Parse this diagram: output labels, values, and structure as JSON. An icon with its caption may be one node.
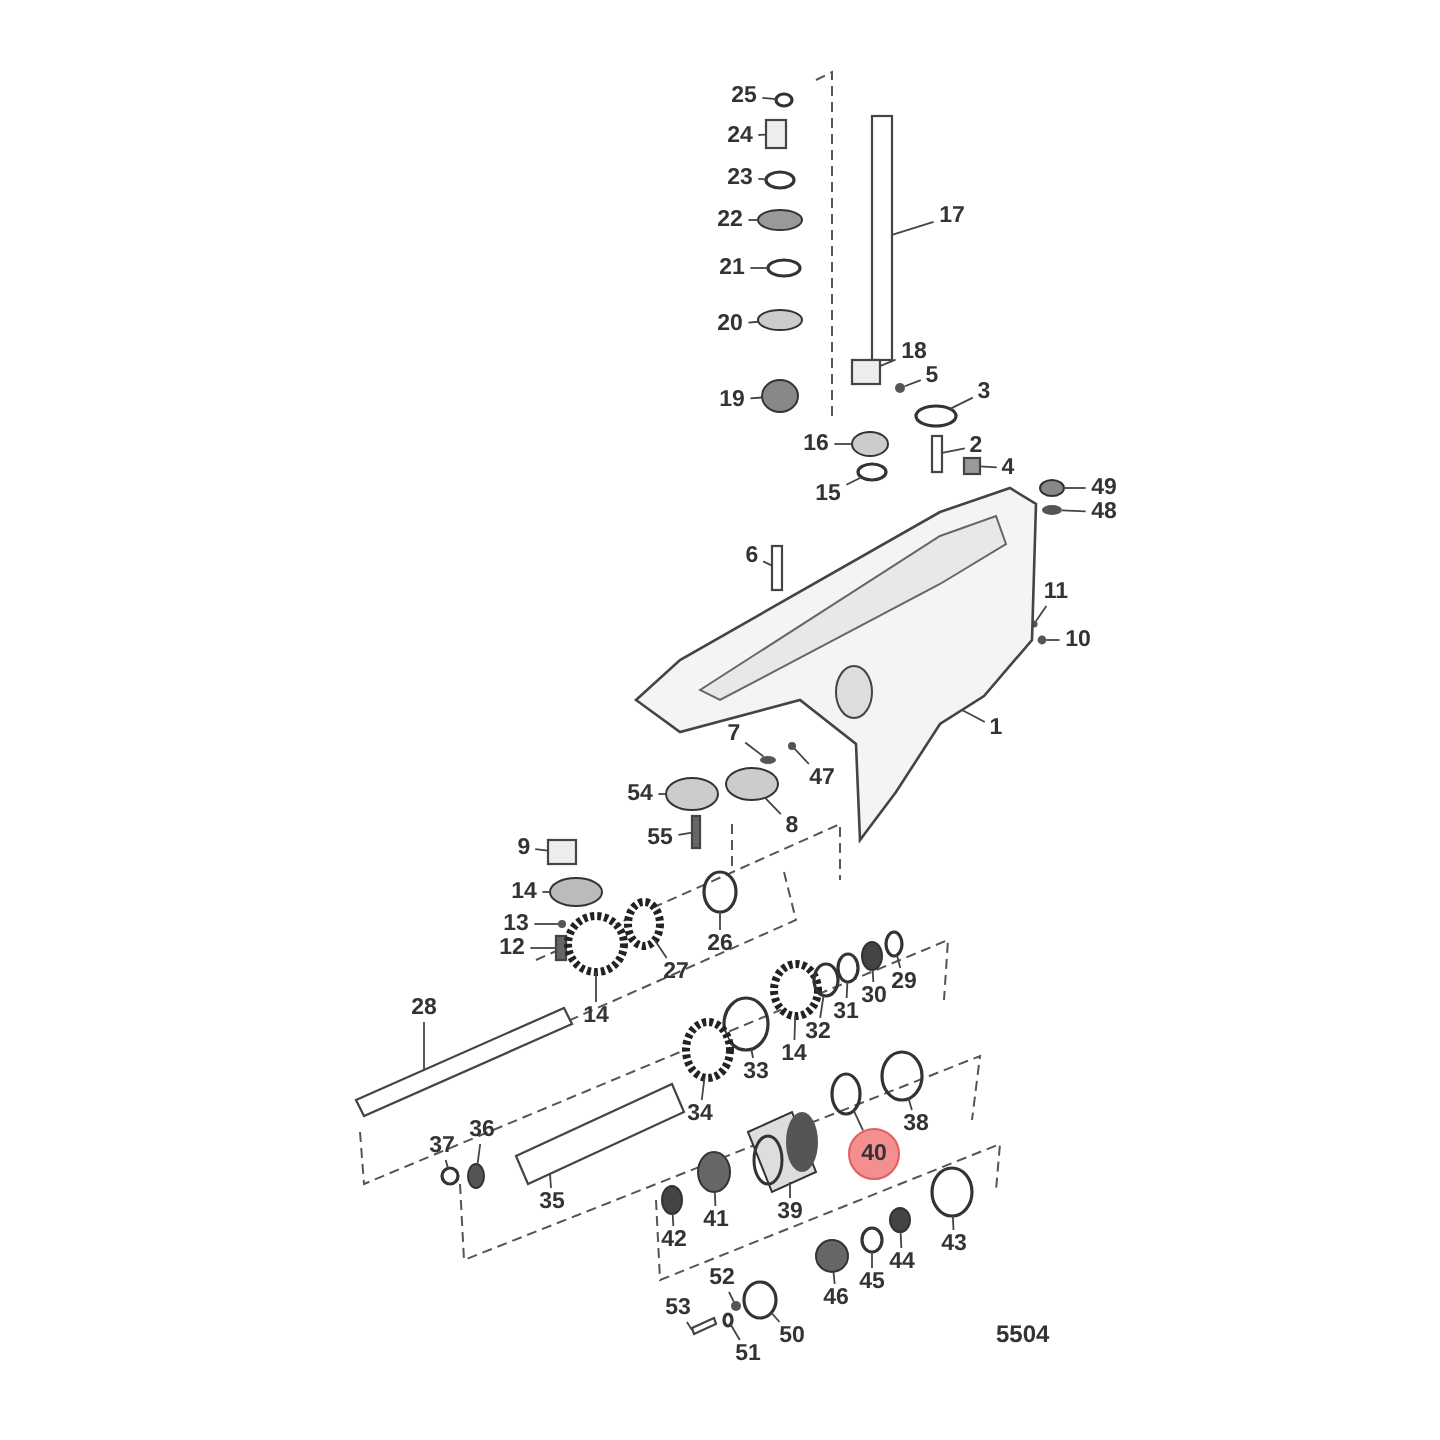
{
  "diagram": {
    "nodes": [
      {
        "text": [
          "25"
        ]
      },
      {
        "text": [
          "24"
        ]
      },
      {
        "text": [
          "23"
        ]
      },
      {
        "text": [
          "22"
        ]
      },
      {
        "text": [
          "21"
        ]
      },
      {
        "text": [
          "17"
        ]
      },
      {
        "text": [
          "20"
        ]
      },
      {
        "text": [
          "18"
        ]
      },
      {
        "text": [
          "5"
        ]
      },
      {
        "text": [
          "3"
        ]
      },
      {
        "text": [
          "19"
        ]
      },
      {
        "text": [
          "16"
        ]
      },
      {
        "text": [
          "2"
        ]
      },
      {
        "text": [
          "4"
        ]
      },
      {
        "text": [
          "15"
        ]
      },
      {
        "text": [
          "49"
        ]
      },
      {
        "text": [
          "48"
        ]
      },
      {
        "text": [
          "6"
        ]
      },
      {
        "text": [
          "11"
        ]
      },
      {
        "text": [
          "10"
        ]
      },
      {
        "text": [
          "7"
        ]
      },
      {
        "text": [
          "1"
        ]
      },
      {
        "text": [
          "47"
        ]
      },
      {
        "text": [
          "54"
        ]
      },
      {
        "text": [
          "8"
        ]
      },
      {
        "text": [
          "55"
        ]
      },
      {
        "text": [
          "9"
        ]
      },
      {
        "text": [
          "14"
        ]
      },
      {
        "text": [
          "13"
        ]
      },
      {
        "text": [
          "26"
        ]
      },
      {
        "text": [
          "12"
        ]
      },
      {
        "text": [
          "27"
        ]
      },
      {
        "text": [
          "29"
        ]
      },
      {
        "text": [
          "30"
        ]
      },
      {
        "text": [
          "31"
        ]
      },
      {
        "text": [
          "14"
        ]
      },
      {
        "text": [
          "28"
        ]
      },
      {
        "text": [
          "32"
        ]
      },
      {
        "text": [
          "14"
        ]
      },
      {
        "text": [
          "33"
        ]
      },
      {
        "text": [
          "34"
        ]
      },
      {
        "text": [
          "38"
        ]
      },
      {
        "text": [
          "36"
        ]
      },
      {
        "text": [
          "37"
        ]
      },
      {
        "text": [
          "40"
        ]
      },
      {
        "text": [
          "35"
        ]
      },
      {
        "text": [
          "39"
        ]
      },
      {
        "text": [
          "41"
        ]
      },
      {
        "text": [
          "42"
        ]
      },
      {
        "text": [
          "43"
        ]
      },
      {
        "text": [
          "44"
        ]
      },
      {
        "text": [
          "45"
        ]
      },
      {
        "text": [
          "52"
        ]
      },
      {
        "text": [
          "46"
        ]
      },
      {
        "text": [
          "53"
        ]
      },
      {
        "text": [
          "50"
        ]
      },
      {
        "text": [
          "51"
        ]
      },
      {
        "text": [],
        "shape": "ring"
      },
      {
        "text": [],
        "shape": "box"
      },
      {
        "text": [],
        "shape": "ring"
      },
      {
        "text": [],
        "shape": "disc"
      },
      {
        "text": [],
        "shape": "ring"
      },
      {
        "text": [],
        "shape": "bar"
      },
      {
        "text": [],
        "shape": "disc"
      },
      {
        "text": [],
        "shape": "box"
      },
      {
        "text": [],
        "shape": "dot"
      },
      {
        "text": [],
        "shape": "ring"
      },
      {
        "text": [],
        "shape": "disc"
      },
      {
        "text": [],
        "shape": "disc"
      },
      {
        "text": [],
        "shape": "bar"
      },
      {
        "text": [],
        "shape": "box"
      },
      {
        "text": [],
        "shape": "ring"
      },
      {
        "text": [],
        "shape": "disc"
      },
      {
        "text": [],
        "shape": "dot"
      },
      {
        "text": [],
        "shape": "bar"
      },
      {
        "text": [],
        "shape": "dot"
      },
      {
        "text": [],
        "shape": "dot"
      },
      {
        "text": [],
        "shape": "dot"
      },
      {
        "text": [],
        "shape": "picture"
      },
      {
        "text": [],
        "shape": "dot"
      },
      {
        "text": [],
        "shape": "disc"
      },
      {
        "text": [],
        "shape": "disc"
      },
      {
        "text": [],
        "shape": "bar"
      },
      {
        "text": [],
        "shape": "box"
      },
      {
        "text": [],
        "shape": "disc"
      },
      {
        "text": [],
        "shape": "dot"
      },
      {
        "text": [],
        "shape": "ring"
      },
      {
        "text": [],
        "shape": "bar"
      },
      {
        "text": [],
        "shape": "gear"
      },
      {
        "text": [],
        "shape": "ring"
      },
      {
        "text": [],
        "shape": "disc"
      },
      {
        "text": [],
        "shape": "ring"
      },
      {
        "text": [],
        "shape": "gear"
      },
      {
        "text": [],
        "shape": "bar"
      },
      {
        "text": [],
        "shape": "ring"
      },
      {
        "text": [],
        "shape": "gear"
      },
      {
        "text": [],
        "shape": "ring"
      },
      {
        "text": [],
        "shape": "gear"
      },
      {
        "text": [],
        "shape": "ring"
      },
      {
        "text": [],
        "shape": "disc"
      },
      {
        "text": [],
        "shape": "ring"
      },
      {
        "text": [],
        "shape": "ring"
      },
      {
        "text": [],
        "shape": "bar"
      },
      {
        "text": [],
        "shape": "cylinder"
      },
      {
        "text": [],
        "shape": "disc"
      },
      {
        "text": [],
        "shape": "disc"
      },
      {
        "text": [],
        "shape": "ring"
      },
      {
        "text": [],
        "shape": "disc"
      },
      {
        "text": [],
        "shape": "ring"
      },
      {
        "text": [],
        "shape": "dot"
      },
      {
        "text": [],
        "shape": "disc"
      },
      {
        "text": [],
        "shape": "bar"
      },
      {
        "text": [],
        "shape": "ring"
      },
      {
        "text": [],
        "shape": "ring"
      }
    ],
    "edges": [
      {
        "from": 0,
        "to": 57,
        "arrow": "none"
      },
      {
        "from": 1,
        "to": 58,
        "arrow": "none"
      },
      {
        "from": 2,
        "to": 59,
        "arrow": "none"
      },
      {
        "from": 3,
        "to": 60,
        "arrow": "none"
      },
      {
        "from": 4,
        "to": 61,
        "arrow": "none"
      },
      {
        "from": 5,
        "to": 62,
        "arrow": "none"
      },
      {
        "from": 6,
        "to": 63,
        "arrow": "none"
      },
      {
        "from": 7,
        "to": 64,
        "arrow": "none"
      },
      {
        "from": 8,
        "to": 65,
        "arrow": "none"
      },
      {
        "from": 9,
        "to": 66,
        "arrow": "none"
      },
      {
        "from": 10,
        "to": 67,
        "arrow": "none"
      },
      {
        "from": 11,
        "to": 68,
        "arrow": "none"
      },
      {
        "from": 12,
        "to": 69,
        "arrow": "none"
      },
      {
        "from": 13,
        "to": 70,
        "arrow": "none"
      },
      {
        "from": 14,
        "to": 71,
        "arrow": "none"
      },
      {
        "from": 15,
        "to": 72,
        "arrow": "none"
      },
      {
        "from": 16,
        "to": 73,
        "arrow": "none"
      },
      {
        "from": 17,
        "to": 74,
        "arrow": "none"
      },
      {
        "from": 18,
        "to": 75,
        "arrow": "none"
      },
      {
        "from": 19,
        "to": 76,
        "arrow": "none"
      },
      {
        "from": 20,
        "to": 77,
        "arrow": "none"
      },
      {
        "from": 21,
        "to": 78,
        "arrow": "none"
      },
      {
        "from": 22,
        "to": 79,
        "arrow": "none"
      },
      {
        "from": 23,
        "to": 80,
        "arrow": "none"
      },
      {
        "from": 24,
        "to": 81,
        "arrow": "none"
      },
      {
        "from": 25,
        "to": 82,
        "arrow": "none"
      },
      {
        "from": 26,
        "to": 83,
        "arrow": "none"
      },
      {
        "from": 27,
        "to": 84,
        "arrow": "none"
      },
      {
        "from": 28,
        "to": 85,
        "arrow": "none"
      },
      {
        "from": 29,
        "to": 86,
        "arrow": "none"
      },
      {
        "from": 30,
        "to": 87,
        "arrow": "none"
      },
      {
        "from": 31,
        "to": 88,
        "arrow": "none"
      },
      {
        "from": 32,
        "to": 89,
        "arrow": "none"
      },
      {
        "from": 33,
        "to": 90,
        "arrow": "none"
      },
      {
        "from": 34,
        "to": 91,
        "arrow": "none"
      },
      {
        "from": 35,
        "to": 92,
        "arrow": "none"
      },
      {
        "from": 36,
        "to": 93,
        "arrow": "none"
      },
      {
        "from": 37,
        "to": 94,
        "arrow": "none"
      },
      {
        "from": 38,
        "to": 95,
        "arrow": "none"
      },
      {
        "from": 39,
        "to": 96,
        "arrow": "none"
      },
      {
        "from": 40,
        "to": 97,
        "arrow": "none"
      },
      {
        "from": 41,
        "to": 98,
        "arrow": "none"
      },
      {
        "from": 42,
        "to": 99,
        "arrow": "none"
      },
      {
        "from": 43,
        "to": 100,
        "arrow": "none"
      },
      {
        "from": 44,
        "to": 101,
        "arrow": "none"
      },
      {
        "from": 45,
        "to": 102,
        "arrow": "none"
      },
      {
        "from": 46,
        "to": 103,
        "arrow": "none"
      },
      {
        "from": 47,
        "to": 104,
        "arrow": "none"
      },
      {
        "from": 48,
        "to": 105,
        "arrow": "none"
      },
      {
        "from": 49,
        "to": 106,
        "arrow": "none"
      },
      {
        "from": 50,
        "to": 107,
        "arrow": "none"
      },
      {
        "from": 51,
        "to": 108,
        "arrow": "none"
      },
      {
        "from": 52,
        "to": 109,
        "arrow": "none"
      },
      {
        "from": 53,
        "to": 110,
        "arrow": "none"
      },
      {
        "from": 54,
        "to": 111,
        "arrow": "none"
      },
      {
        "from": 55,
        "to": 112,
        "arrow": "none"
      },
      {
        "from": 56,
        "to": 113,
        "arrow": "none"
      }
    ],
    "labels": [
      "5504"
    ]
  }
}
